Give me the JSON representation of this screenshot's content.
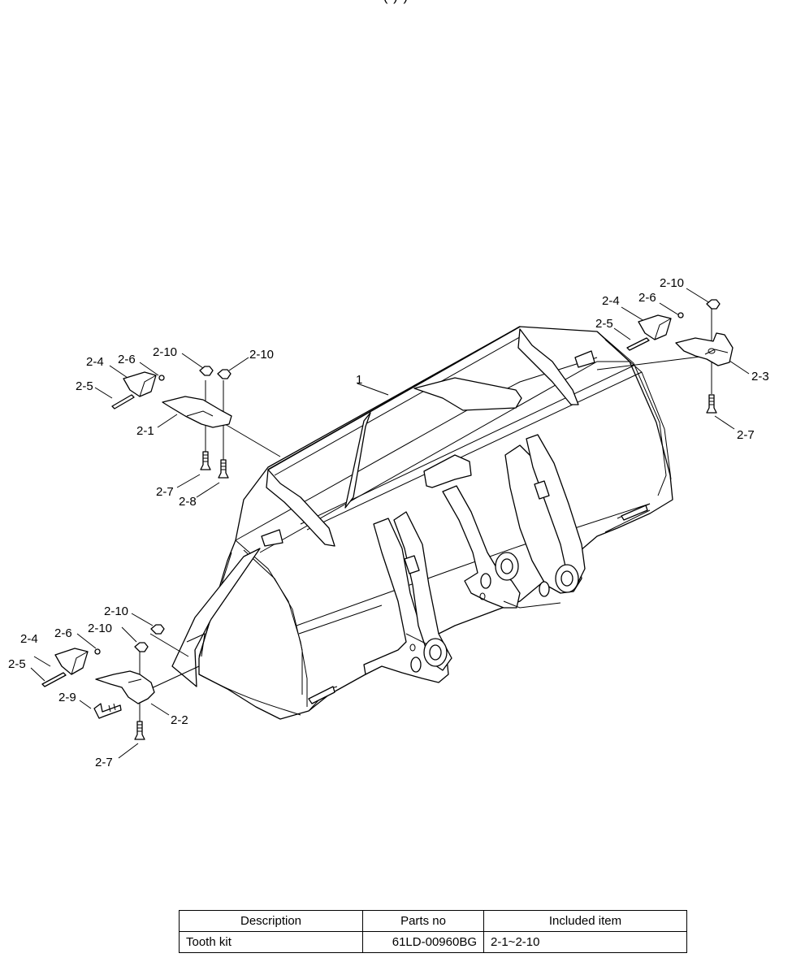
{
  "top_fragment": "(      )                          )",
  "callouts": {
    "item_1": "1",
    "left_upper": {
      "p2_4": "2-4",
      "p2_6": "2-6",
      "p2_5": "2-5",
      "p2_10_a": "2-10",
      "p2_10_b": "2-10",
      "p2_1": "2-1",
      "p2_7": "2-7",
      "p2_8": "2-8"
    },
    "left_lower": {
      "p2_10_a": "2-10",
      "p2_10_b": "2-10",
      "p2_4": "2-4",
      "p2_6": "2-6",
      "p2_5": "2-5",
      "p2_9": "2-9",
      "p2_2": "2-2",
      "p2_7": "2-7"
    },
    "right": {
      "p2_10": "2-10",
      "p2_4": "2-4",
      "p2_6": "2-6",
      "p2_5": "2-5",
      "p2_3": "2-3",
      "p2_7": "2-7"
    }
  },
  "table": {
    "headers": {
      "description": "Description",
      "parts_no": "Parts no",
      "included": "Included item"
    },
    "rows": [
      {
        "description": "Tooth kit",
        "parts_no": "61LD-00960BG",
        "included": "2-1~2-10"
      }
    ]
  }
}
